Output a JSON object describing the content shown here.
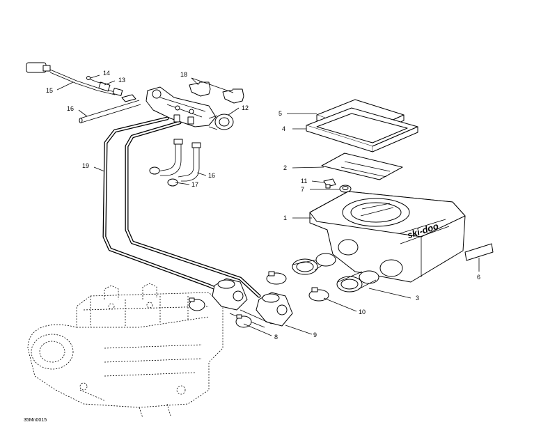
{
  "diagram": {
    "reference_code": "35Mn0015",
    "parts": [
      {
        "id": "1",
        "label": "1"
      },
      {
        "id": "2",
        "label": "2"
      },
      {
        "id": "3",
        "label": "3"
      },
      {
        "id": "4",
        "label": "4"
      },
      {
        "id": "5",
        "label": "5"
      },
      {
        "id": "6",
        "label": "6"
      },
      {
        "id": "7",
        "label": "7"
      },
      {
        "id": "8",
        "label": "8"
      },
      {
        "id": "9",
        "label": "9"
      },
      {
        "id": "10",
        "label": "10"
      },
      {
        "id": "11",
        "label": "11"
      },
      {
        "id": "12",
        "label": "12"
      },
      {
        "id": "13",
        "label": "13"
      },
      {
        "id": "14",
        "label": "14"
      },
      {
        "id": "15",
        "label": "15"
      },
      {
        "id": "16a",
        "label": "16"
      },
      {
        "id": "16b",
        "label": "16"
      },
      {
        "id": "17",
        "label": "17"
      },
      {
        "id": "18",
        "label": "18"
      },
      {
        "id": "19",
        "label": "19"
      }
    ]
  }
}
